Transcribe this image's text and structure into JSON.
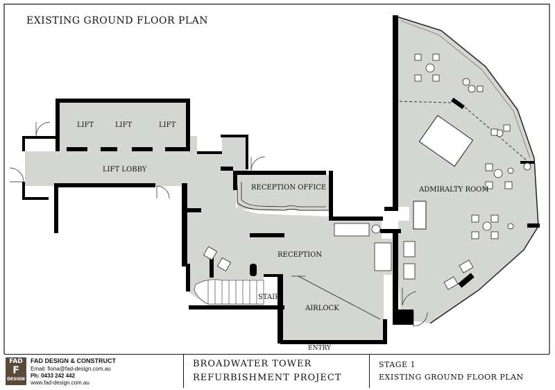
{
  "plan": {
    "title": "EXISTING  GROUND FLOOR PLAN",
    "rooms": {
      "lift_1": "LIFT",
      "lift_2": "LIFT",
      "lift_3": "LIFT",
      "lift_lobby": "LIFT LOBBY",
      "reception_office": "RECEPTION OFFICE",
      "reception": "RECEPTION",
      "stair": "STAIR",
      "airlock": "AIRLOCK",
      "entry": "ENTRY",
      "admiralty_room": "ADMIRALTY ROOM"
    },
    "colors": {
      "floor": "#d4d6d2",
      "wall": "#000000",
      "line": "#222222"
    }
  },
  "title_block": {
    "logo_top": "FAD",
    "logo_bottom": "DESIGN",
    "company": "FAD DESIGN & CONSTRUCT",
    "email": "Email: fiona@fad-design.com.au",
    "phone": "Ph:  0433 242 442",
    "web": "www.fad-design.com.au",
    "project_line1": "BROADWATER TOWER",
    "project_line2": "REFURBISHMENT PROJECT",
    "stage": "STAGE 1",
    "sheet_title": "EXISTING  GROUND FLOOR PLAN"
  }
}
